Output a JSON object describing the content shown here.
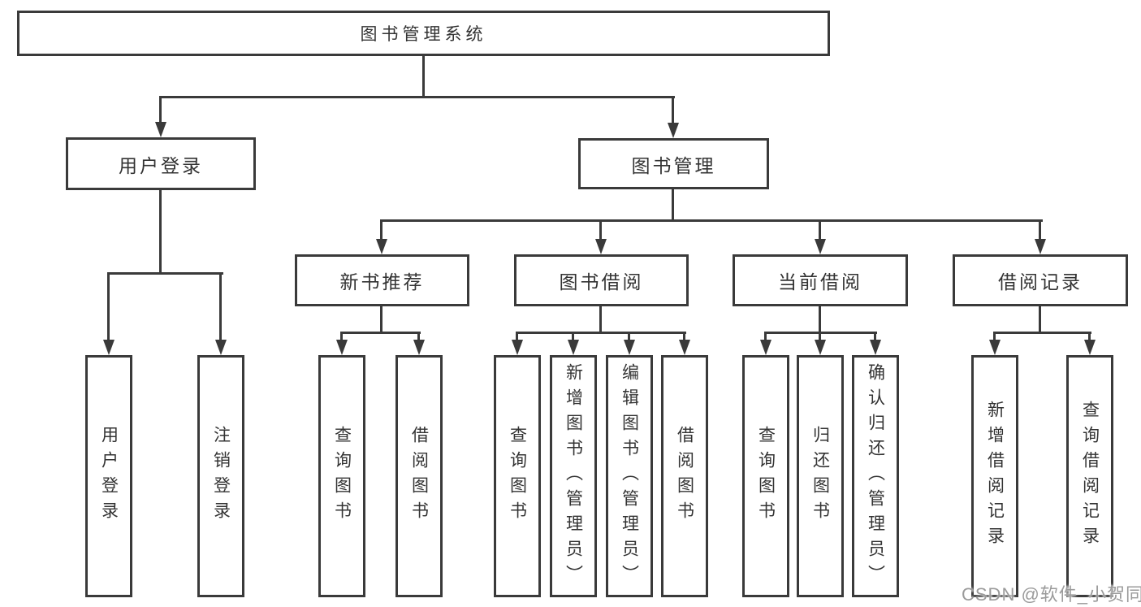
{
  "colors": {
    "background": "#ffffff",
    "line": "#3a3a3a",
    "box_border": "#3a3a3a",
    "text": "#333333",
    "watermark_text": "#9b9b9b"
  },
  "watermark": {
    "text": "CSDN @软件_小贺同学"
  },
  "nodes": {
    "root": {
      "label": "图书管理系统"
    },
    "user_login": {
      "label": "用户登录"
    },
    "book_mgmt": {
      "label": "图书管理"
    },
    "new_books": {
      "label": "新书推荐"
    },
    "book_borrow": {
      "label": "图书借阅"
    },
    "current_borrow": {
      "label": "当前借阅"
    },
    "borrow_records": {
      "label": "借阅记录"
    },
    "ul_login": {
      "label": "用户登录"
    },
    "ul_logout": {
      "label": "注销登录"
    },
    "nb_query": {
      "label": "查询图书"
    },
    "nb_borrow": {
      "label": "借阅图书"
    },
    "bb_query": {
      "label": "查询图书"
    },
    "bb_add": {
      "label": "新增图书（管理员）"
    },
    "bb_edit": {
      "label": "编辑图书（管理员）"
    },
    "bb_borrow": {
      "label": "借阅图书"
    },
    "cb_query": {
      "label": "查询图书"
    },
    "cb_return": {
      "label": "归还图书"
    },
    "cb_confirm": {
      "label": "确认归还（管理员）"
    },
    "br_add": {
      "label": "新增借阅记录"
    },
    "br_query": {
      "label": "查询借阅记录"
    }
  },
  "structure": {
    "图书管理系统": [
      "用户登录",
      "图书管理"
    ],
    "用户登录": [
      "用户登录",
      "注销登录"
    ],
    "图书管理": [
      "新书推荐",
      "图书借阅",
      "当前借阅",
      "借阅记录"
    ],
    "新书推荐": [
      "查询图书",
      "借阅图书"
    ],
    "图书借阅": [
      "查询图书",
      "新增图书（管理员）",
      "编辑图书（管理员）",
      "借阅图书"
    ],
    "当前借阅": [
      "查询图书",
      "归还图书",
      "确认归还（管理员）"
    ],
    "借阅记录": [
      "新增借阅记录",
      "查询借阅记录"
    ]
  }
}
